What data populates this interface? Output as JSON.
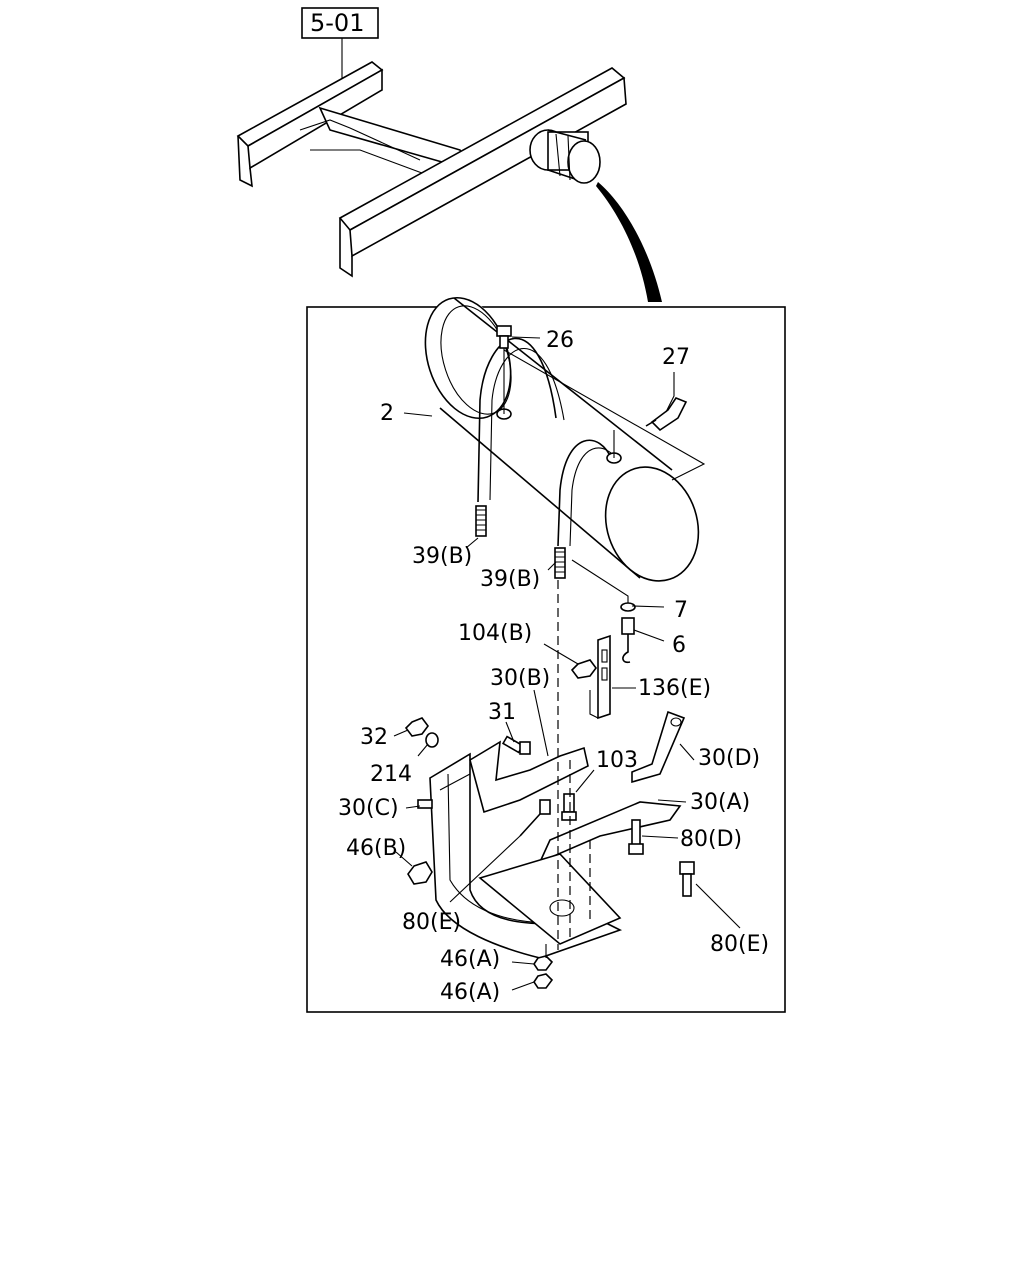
{
  "reference_box": "5-01",
  "callouts": [
    {
      "id": "c26",
      "text": "26"
    },
    {
      "id": "c27",
      "text": "27"
    },
    {
      "id": "c2",
      "text": "2"
    },
    {
      "id": "c39b1",
      "text": "39(B)"
    },
    {
      "id": "c39b2",
      "text": "39(B)"
    },
    {
      "id": "c7",
      "text": "7"
    },
    {
      "id": "c6",
      "text": "6"
    },
    {
      "id": "c104b",
      "text": "104(B)"
    },
    {
      "id": "c30b",
      "text": "30(B)"
    },
    {
      "id": "c136e",
      "text": "136(E)"
    },
    {
      "id": "c31",
      "text": "31"
    },
    {
      "id": "c32",
      "text": "32"
    },
    {
      "id": "c214",
      "text": "214"
    },
    {
      "id": "c103",
      "text": "103"
    },
    {
      "id": "c30d",
      "text": "30(D)"
    },
    {
      "id": "c30c",
      "text": "30(C)"
    },
    {
      "id": "c30a",
      "text": "30(A)"
    },
    {
      "id": "c80d",
      "text": "80(D)"
    },
    {
      "id": "c46b",
      "text": "46(B)"
    },
    {
      "id": "c80e1",
      "text": "80(E)"
    },
    {
      "id": "c80e2",
      "text": "80(E)"
    },
    {
      "id": "c46a1",
      "text": "46(A)"
    },
    {
      "id": "c46a2",
      "text": "46(A)"
    }
  ]
}
